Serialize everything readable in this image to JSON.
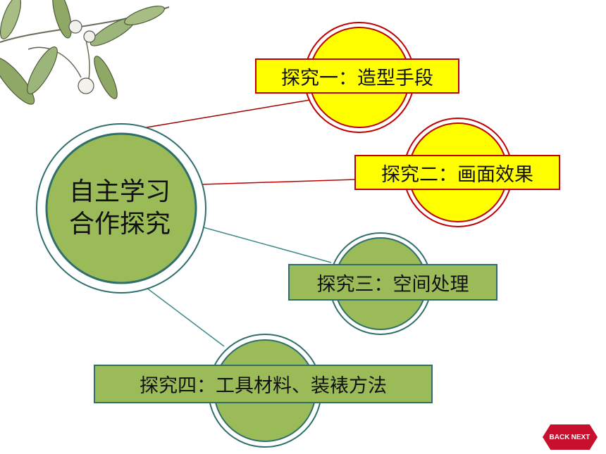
{
  "center": {
    "line1": "自主学习",
    "line2": "合作探究"
  },
  "topics": [
    {
      "label": "探究一：造型手段"
    },
    {
      "label": "探究二：画面效果"
    },
    {
      "label": "探究三：空间处理"
    },
    {
      "label": "探究四：工具材料、装裱方法"
    }
  ],
  "nav": {
    "back_label": "BACK",
    "next_label": "NEXT"
  },
  "colors": {
    "yellow_fill": "#ffff00",
    "red_border": "#c00000",
    "green_fill": "#9bbb59",
    "teal_border": "#2f6f6b",
    "nav_red": "#c8102e"
  },
  "icons": {
    "decoration": "olive-branch-icon"
  }
}
